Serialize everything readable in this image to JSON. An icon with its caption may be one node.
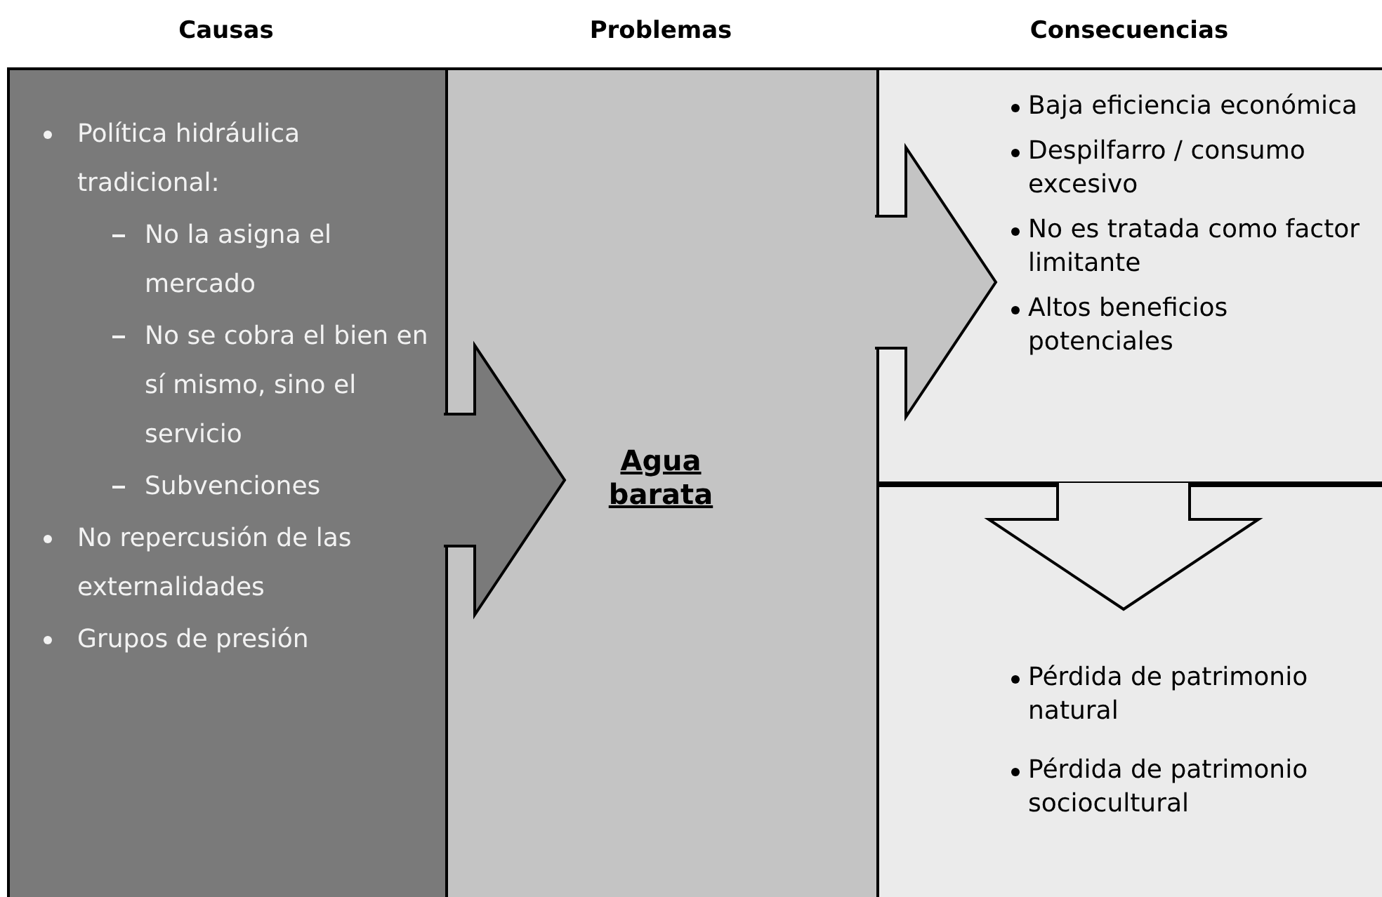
{
  "diagram": {
    "nodes": [
      {
        "text": [
          "Causas",
          "Política hidráulica tradicional:",
          "No la asigna el mercado",
          "No se cobra el bien en sí mismo, sino el servicio",
          "Subvenciones",
          "No repercusión de las externalidades",
          "Grupos de presión"
        ]
      },
      {
        "text": [
          "Problemas",
          "Agua barata"
        ]
      },
      {
        "text": [
          "Consecuencias",
          "Baja eficiencia económica",
          "Despilfarro / consumo excesivo",
          "No es tratada como factor limitante",
          "Altos beneficios potenciales"
        ]
      },
      {
        "text": [
          "Pérdida de patrimonio natural",
          "Pérdida de patrimonio sociocultural"
        ]
      }
    ],
    "edges": [
      {
        "from": 0,
        "to": 1,
        "arrow": "to"
      },
      {
        "from": 1,
        "to": 2,
        "arrow": "to"
      },
      {
        "from": 2,
        "to": 3,
        "arrow": "to"
      }
    ]
  }
}
